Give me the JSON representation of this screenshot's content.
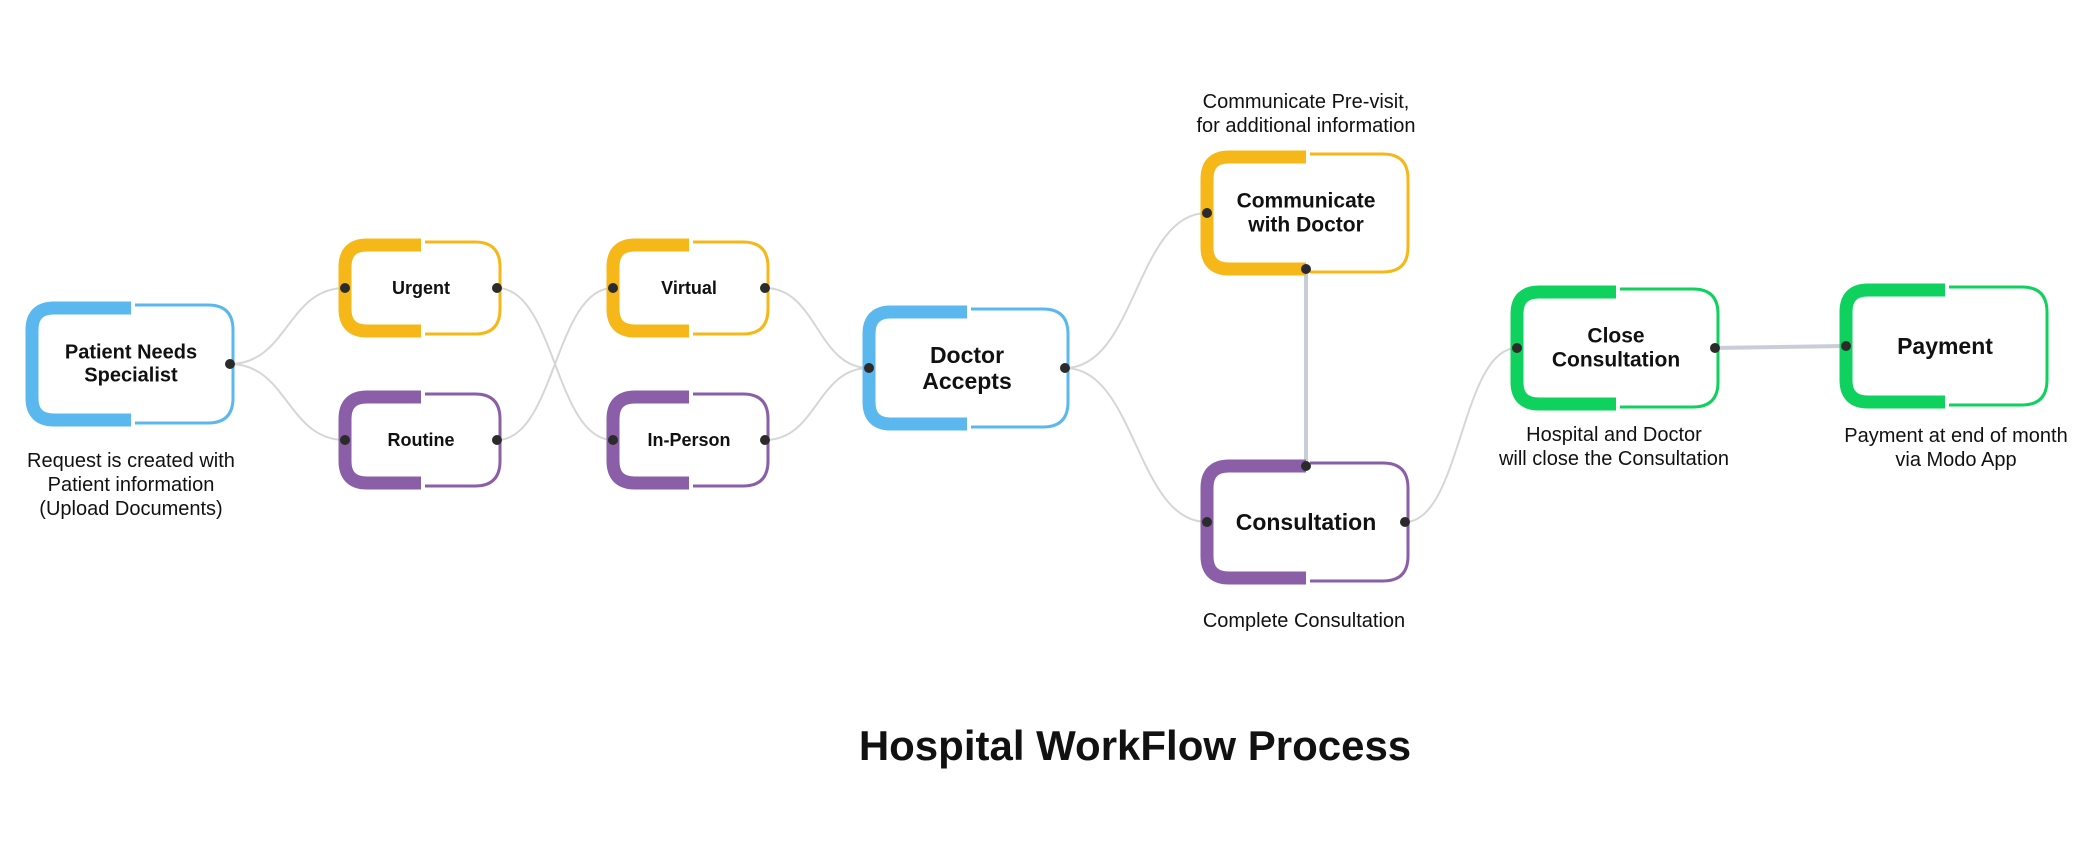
{
  "title": "Hospital WorkFlow Process",
  "colors": {
    "blue": "#5BB8EE",
    "yellow": "#F5B818",
    "purple": "#8A5FA8",
    "green": "#0FD15E",
    "connector": "#D6D6D6",
    "link": "#C9CDD6",
    "dot": "#2B2B2B"
  },
  "nodes": {
    "patient": {
      "lines": [
        "Patient Needs",
        "Specialist"
      ],
      "color": "blue"
    },
    "urgent": {
      "lines": [
        "Urgent"
      ],
      "color": "yellow"
    },
    "routine": {
      "lines": [
        "Routine"
      ],
      "color": "purple"
    },
    "virtual": {
      "lines": [
        "Virtual"
      ],
      "color": "yellow"
    },
    "inperson": {
      "lines": [
        "In-Person"
      ],
      "color": "purple"
    },
    "doctor": {
      "lines": [
        "Doctor",
        "Accepts"
      ],
      "color": "blue"
    },
    "communicate": {
      "lines": [
        "Communicate",
        "with Doctor"
      ],
      "color": "yellow"
    },
    "consultation": {
      "lines": [
        "Consultation"
      ],
      "color": "purple"
    },
    "close": {
      "lines": [
        "Close",
        "Consultation"
      ],
      "color": "green"
    },
    "payment": {
      "lines": [
        "Payment"
      ],
      "color": "green"
    }
  },
  "captions": {
    "patient": [
      "Request is created with",
      "Patient information",
      "(Upload Documents)"
    ],
    "communicate": [
      "Communicate Pre-visit,",
      "for additional information"
    ],
    "consultation": [
      "Complete Consultation"
    ],
    "close": [
      "Hospital and Doctor",
      "will close the Consultation"
    ],
    "payment": [
      "Payment at end of month",
      "via Modo App"
    ]
  },
  "edges": [
    {
      "from": "patient",
      "to": "urgent"
    },
    {
      "from": "patient",
      "to": "routine"
    },
    {
      "from": "urgent",
      "to": "inperson"
    },
    {
      "from": "routine",
      "to": "virtual"
    },
    {
      "from": "virtual",
      "to": "doctor"
    },
    {
      "from": "inperson",
      "to": "doctor"
    },
    {
      "from": "doctor",
      "to": "communicate"
    },
    {
      "from": "doctor",
      "to": "consultation"
    },
    {
      "from": "consultation",
      "to": "close"
    }
  ],
  "links": [
    {
      "from": "communicate",
      "to": "consultation",
      "kind": "vertical"
    },
    {
      "from": "close",
      "to": "payment",
      "kind": "horizontal"
    }
  ]
}
